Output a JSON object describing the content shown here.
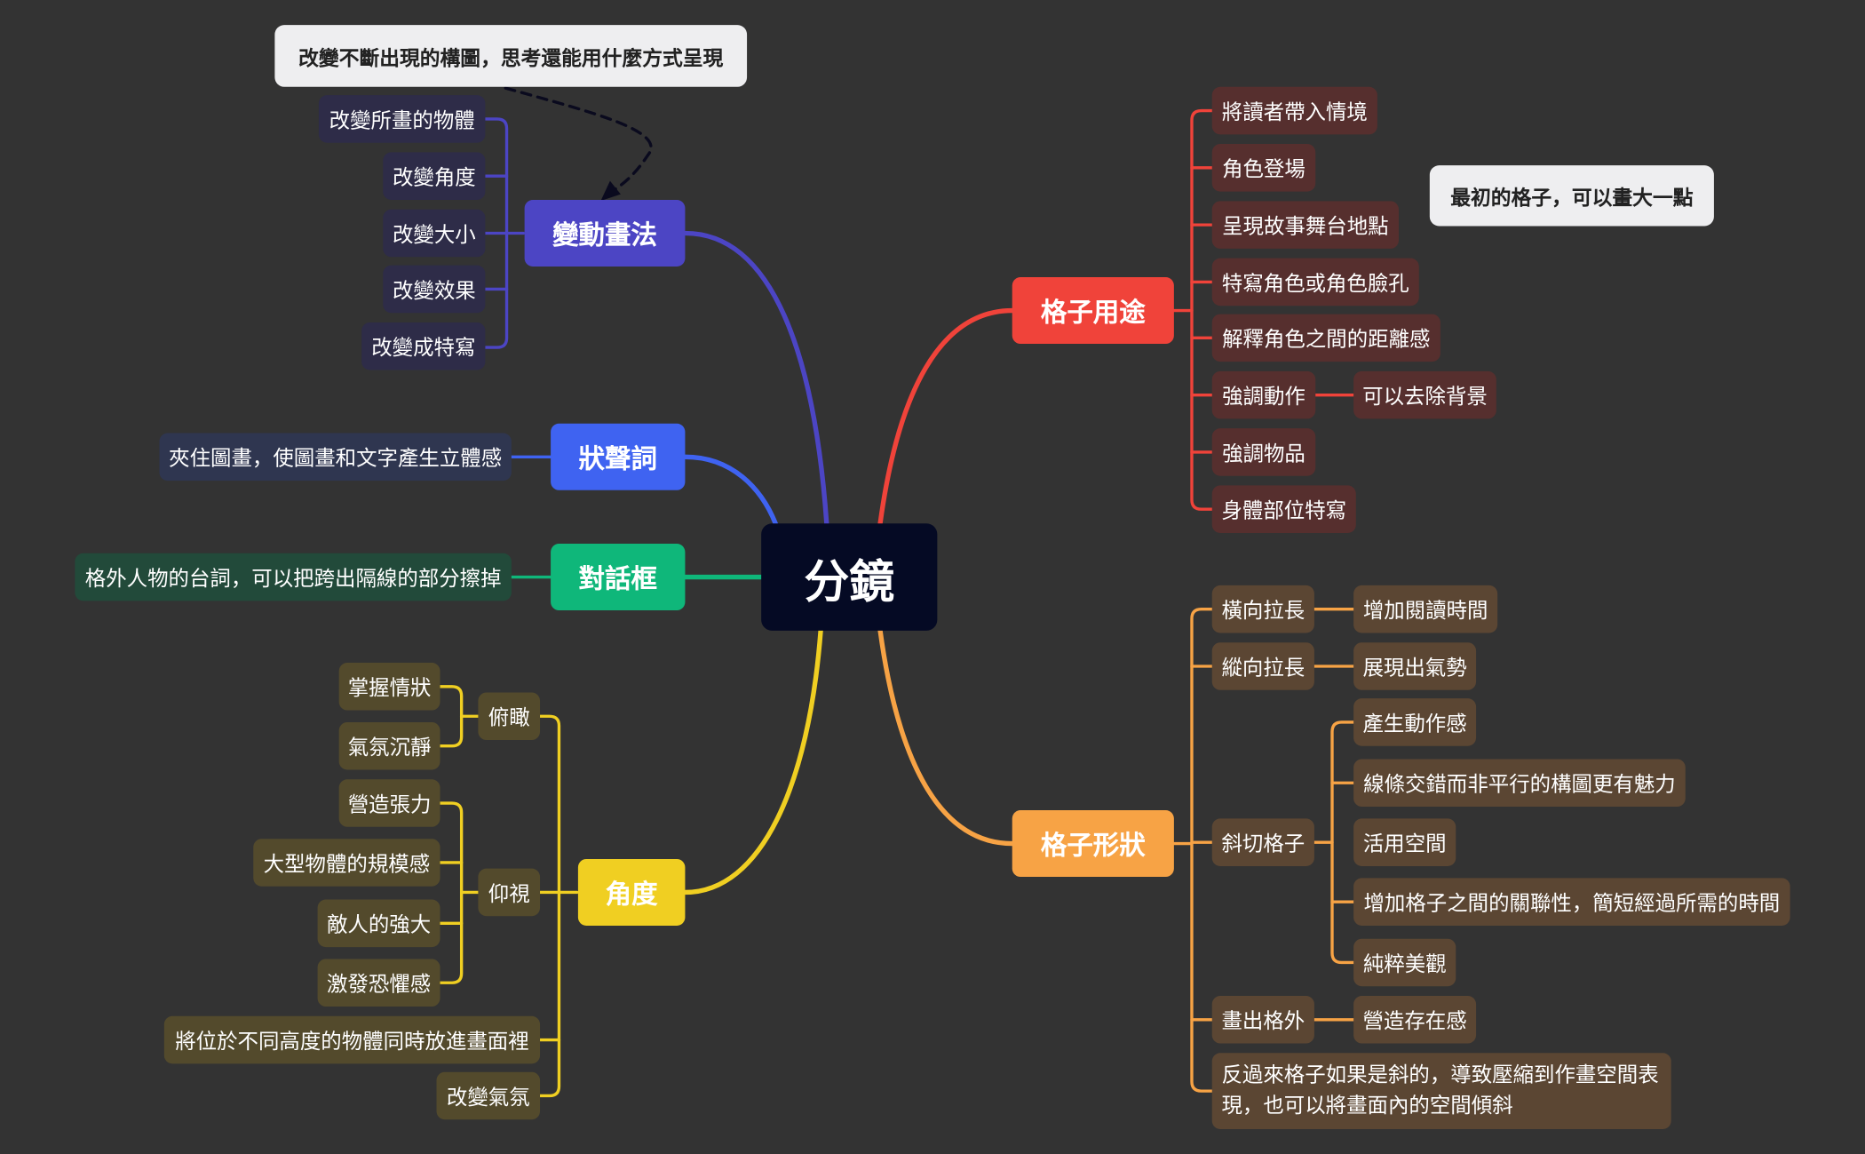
{
  "root": "分鏡",
  "notes": {
    "top": "改變不斷出現的構圖，思考還能用什麼方式呈現",
    "right": "最初的格子，可以畫大一點"
  },
  "colors": {
    "background": "#333333",
    "root": "#050a24",
    "purple": "#4c45c4",
    "blue": "#3f63f1",
    "green": "#0fb77a",
    "yellow": "#f0cf22",
    "red": "#f0433a",
    "orange": "#f7a345"
  },
  "branches": {
    "change": {
      "label": "變動畫法",
      "items": [
        "改變所畫的物體",
        "改變角度",
        "改變大小",
        "改變效果",
        "改變成特寫"
      ]
    },
    "sfx": {
      "label": "狀聲詞",
      "items": [
        "夾住圖畫，使圖畫和文字產生立體感"
      ]
    },
    "bubble": {
      "label": "對話框",
      "items": [
        "格外人物的台詞，可以把跨出隔線的部分擦掉"
      ]
    },
    "angle": {
      "label": "角度",
      "high": {
        "label": "俯瞰",
        "items": [
          "掌握情狀",
          "氣氛沉靜"
        ]
      },
      "low": {
        "label": "仰視",
        "items": [
          "營造張力",
          "大型物體的規模感",
          "敵人的強大",
          "激發恐懼感"
        ]
      },
      "others": [
        "將位於不同高度的物體同時放進畫面裡",
        "改變氣氛"
      ]
    },
    "use": {
      "label": "格子用途",
      "items": [
        "將讀者帶入情境",
        "角色登場",
        "呈現故事舞台地點",
        "特寫角色或角色臉孔",
        "解釋角色之間的距離感",
        "強調動作",
        "強調物品",
        "身體部位特寫"
      ],
      "emphasis_child": "可以去除背景"
    },
    "shape": {
      "label": "格子形狀",
      "horizontal": {
        "label": "橫向拉長",
        "child": "增加閱讀時間"
      },
      "vertical": {
        "label": "縱向拉長",
        "child": "展現出氣勢"
      },
      "diagonal": {
        "label": "斜切格子",
        "items": [
          "產生動作感",
          "線條交錯而非平行的構圖更有魅力",
          "活用空間",
          "增加格子之間的關聯性，簡短經過所需的時間",
          "純粹美觀"
        ]
      },
      "outside": {
        "label": "畫出格外",
        "child": "營造存在感"
      },
      "reverse": "反過來格子如果是斜的，導致壓縮到作畫空間表現，也可以將畫面內的空間傾斜"
    }
  }
}
